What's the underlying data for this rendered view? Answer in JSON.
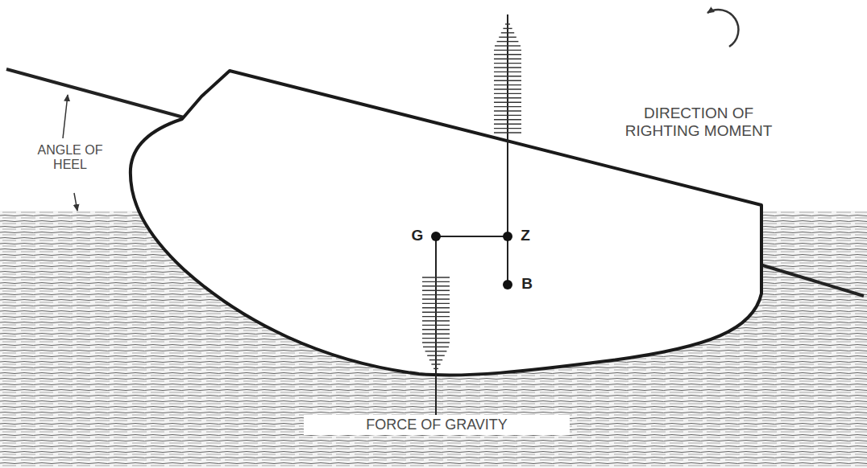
{
  "diagram": {
    "labels": [
      "ANGLE OF HEEL",
      "DIRECTION OF RIGHTING MOMENT",
      "G",
      "Z",
      "B",
      "FORCE OF GRAVITY"
    ]
  }
}
